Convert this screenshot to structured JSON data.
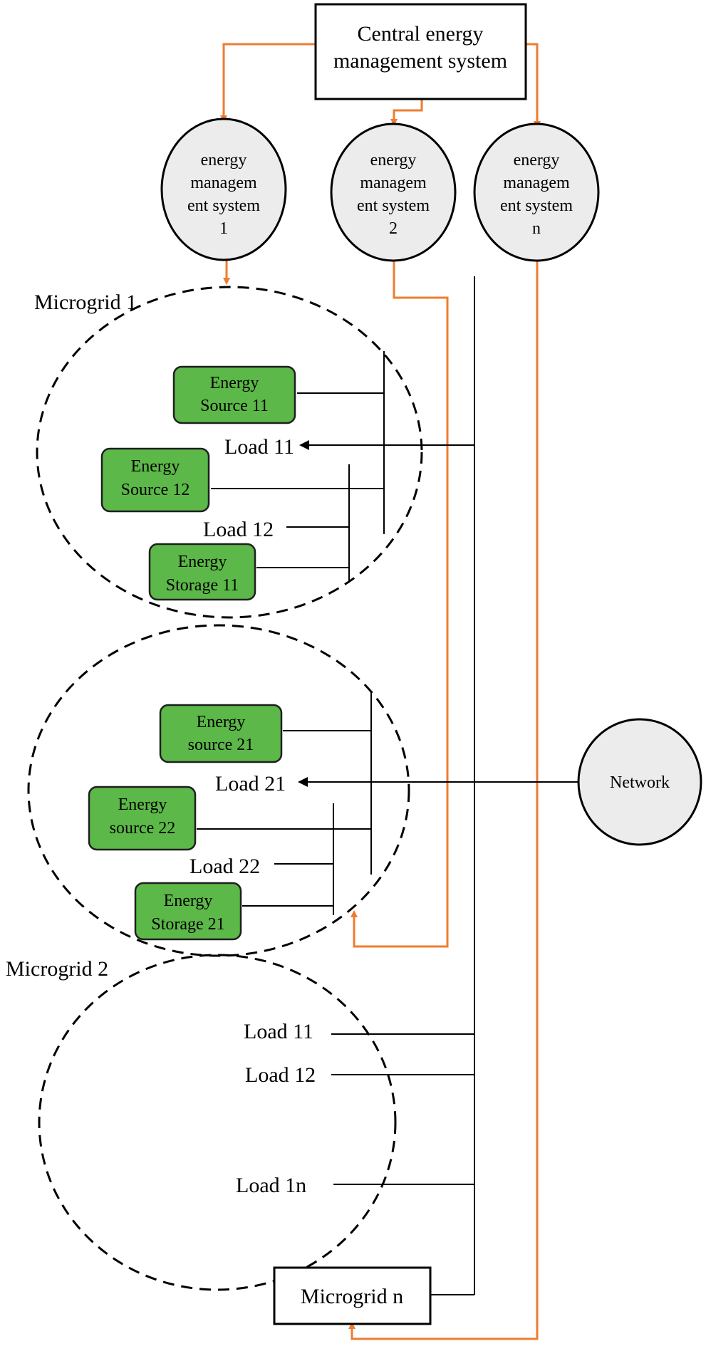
{
  "central": {
    "label_line1": "Central energy",
    "label_line2": "management system"
  },
  "ems": [
    {
      "lines": [
        "energy",
        "managem",
        "ent system",
        "1"
      ]
    },
    {
      "lines": [
        "energy",
        "managem",
        "ent system",
        "2"
      ]
    },
    {
      "lines": [
        "energy",
        "managem",
        "ent system",
        "n"
      ]
    }
  ],
  "microgrid1": {
    "title": "Microgrid 1",
    "nodes": [
      {
        "lines": [
          "Energy",
          "Source 11"
        ]
      },
      {
        "lines": [
          "Energy",
          "Source 12"
        ]
      },
      {
        "lines": [
          "Energy",
          "Storage 11"
        ]
      }
    ],
    "loads": [
      "Load 11",
      "Load 12"
    ]
  },
  "microgrid2": {
    "title": "Microgrid 2",
    "nodes": [
      {
        "lines": [
          "Energy",
          "source 21"
        ]
      },
      {
        "lines": [
          "Energy",
          "source 22"
        ]
      },
      {
        "lines": [
          "Energy",
          "Storage 21"
        ]
      }
    ],
    "loads": [
      "Load 21",
      "Load 22"
    ]
  },
  "microgrid3": {
    "loads": [
      "Load 11",
      "Load 12",
      "Load 1n"
    ]
  },
  "microgrid_n": {
    "label": "Microgrid n"
  },
  "network": {
    "label": "Network"
  },
  "colors": {
    "control": "#ed7d31",
    "node_fill": "#5cb848",
    "ems_fill": "#ececec"
  }
}
